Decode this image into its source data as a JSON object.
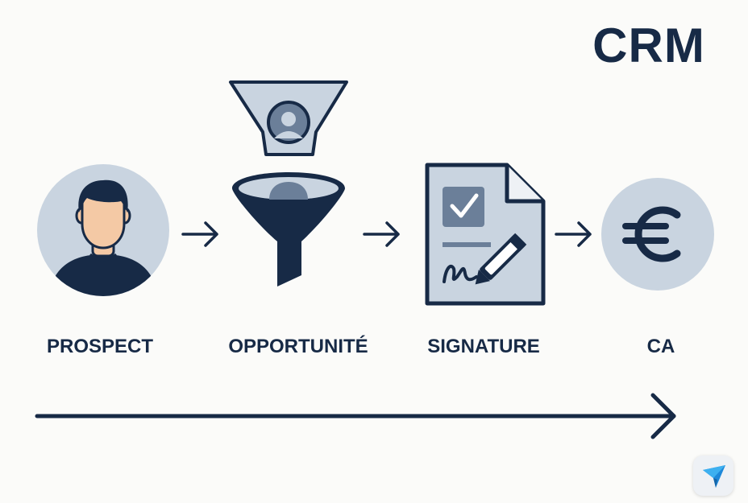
{
  "title": "CRM",
  "stages": [
    {
      "label": "PROSPECT",
      "icon": "person-icon"
    },
    {
      "label": "OPPORTUNITÉ",
      "icon": "funnel-icon"
    },
    {
      "label": "SIGNATURE",
      "icon": "signed-document-icon"
    },
    {
      "label": "CA",
      "icon": "euro-icon"
    }
  ],
  "colors": {
    "navy": "#172a46",
    "light_blue": "#c9d4e0",
    "slate": "#6b7f99",
    "skin": "#f4c9a5",
    "background": "#fbfbf9"
  }
}
